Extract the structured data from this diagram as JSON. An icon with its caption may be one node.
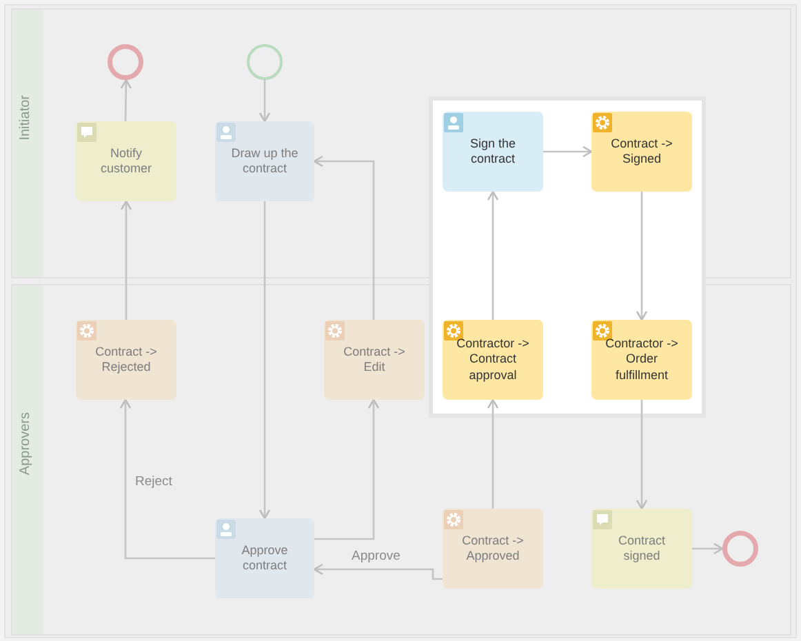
{
  "diagram": {
    "nodes": [
      {
        "text": [
          "Initiator"
        ]
      },
      {
        "text": [],
        "shape": "circle",
        "in": 0
      },
      {
        "text": [],
        "shape": "circle",
        "in": 0
      },
      {
        "text": [
          "Notify customer"
        ],
        "in": 0
      },
      {
        "text": [
          "Draw up the contract"
        ],
        "in": 0
      },
      {
        "text": [
          "Sign the contract"
        ],
        "in": 0
      },
      {
        "text": [
          "Contract -> Signed"
        ],
        "in": 0
      },
      {
        "text": [
          "Approvers"
        ]
      },
      {
        "text": [
          "Contract -> Rejected"
        ],
        "in": 7
      },
      {
        "text": [
          "Contract -> Edit"
        ],
        "in": 7
      },
      {
        "text": [
          "Contractor -> Contract approval"
        ],
        "in": 7
      },
      {
        "text": [
          "Contractor -> Order fulfillment"
        ],
        "in": 7
      },
      {
        "text": [
          "Approve contract"
        ],
        "in": 7
      },
      {
        "text": [
          "Contract -> Approved"
        ],
        "in": 7
      },
      {
        "text": [
          "Contract signed"
        ],
        "in": 7
      },
      {
        "text": [],
        "shape": "circle",
        "in": 7
      }
    ],
    "edges": [
      {
        "from": 2,
        "to": 4,
        "arrow": "to"
      },
      {
        "from": 4,
        "to": 12,
        "arrow": "to"
      },
      {
        "from": 12,
        "to": 8,
        "label": "Reject",
        "arrow": "to"
      },
      {
        "from": 12,
        "to": 9,
        "arrow": "to"
      },
      {
        "from": 9,
        "to": 4,
        "arrow": "to"
      },
      {
        "from": 8,
        "to": 3,
        "arrow": "to"
      },
      {
        "from": 3,
        "to": 1,
        "arrow": "to"
      },
      {
        "from": 13,
        "to": 12,
        "label": "Approve",
        "arrow": "to"
      },
      {
        "from": 13,
        "to": 10,
        "arrow": "to"
      },
      {
        "from": 10,
        "to": 5,
        "arrow": "to"
      },
      {
        "from": 5,
        "to": 6,
        "arrow": "to"
      },
      {
        "from": 6,
        "to": 11,
        "arrow": "to"
      },
      {
        "from": 11,
        "to": 14,
        "arrow": "to"
      },
      {
        "from": 14,
        "to": 15,
        "arrow": "to"
      }
    ]
  }
}
